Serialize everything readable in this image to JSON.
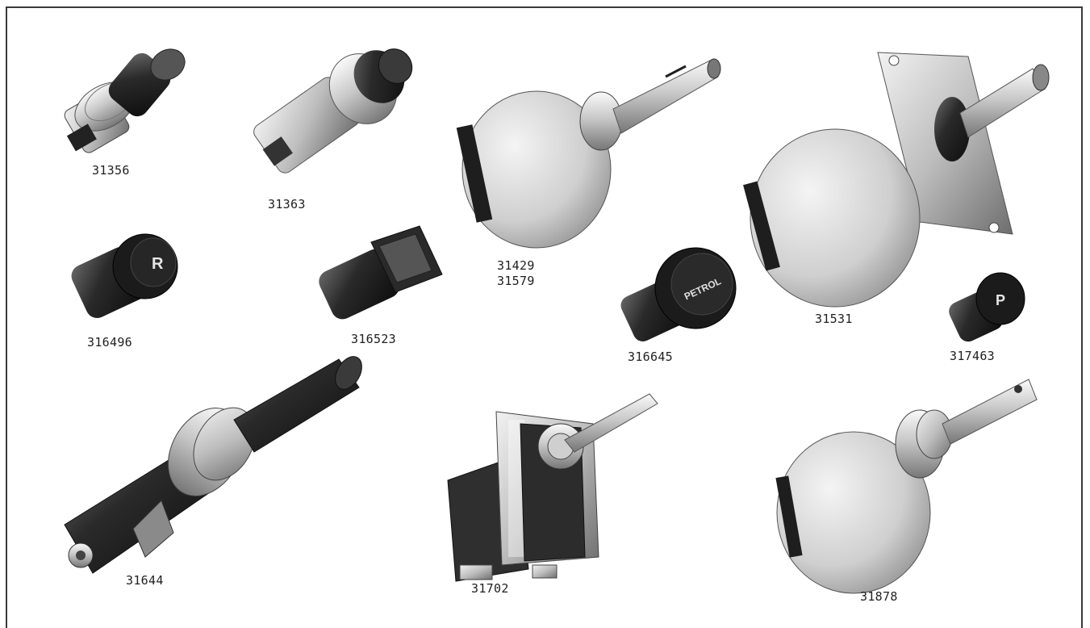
{
  "catalog": {
    "parts": [
      {
        "name": "pushbutton-switch",
        "codes": [
          "31356"
        ]
      },
      {
        "name": "pushbutton-switch-long",
        "codes": [
          "31363"
        ]
      },
      {
        "name": "rotary-switch",
        "codes": [
          "31429",
          "31579"
        ]
      },
      {
        "name": "ignition-rotary-switch-bracket",
        "codes": [
          "31531"
        ]
      },
      {
        "name": "knob-r",
        "codes": [
          "316496"
        ]
      },
      {
        "name": "square-toggle-knob",
        "codes": [
          "316523"
        ]
      },
      {
        "name": "knob-petrol",
        "codes": [
          "316645"
        ]
      },
      {
        "name": "knob-p",
        "codes": [
          "317463"
        ]
      },
      {
        "name": "pull-switch",
        "codes": [
          "31644"
        ]
      },
      {
        "name": "toggle-switch",
        "codes": [
          "31702"
        ]
      },
      {
        "name": "rotary-switch-shaft",
        "codes": [
          "31878"
        ]
      }
    ],
    "knob_marks": {
      "r": "R",
      "p": "P",
      "petrol": "PETROL"
    }
  }
}
